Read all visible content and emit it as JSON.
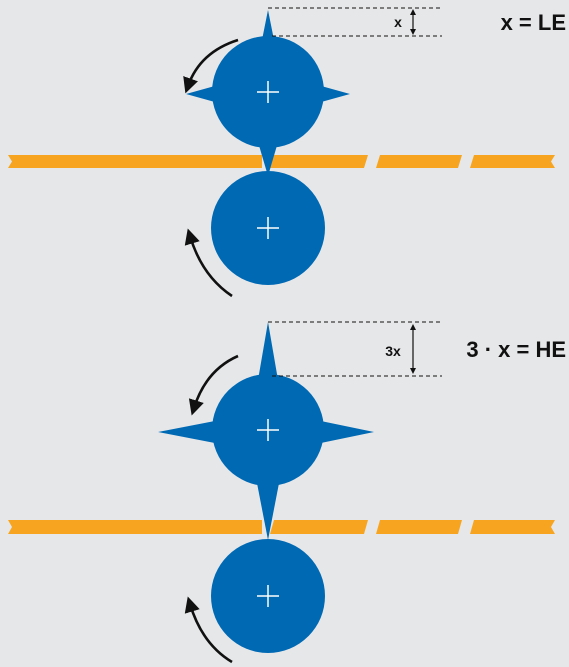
{
  "colors": {
    "background": "#e6e7e9",
    "roller": "#0069b4",
    "strip": "#f7a520",
    "crosshair": "#ffffff",
    "ink": "#111111"
  },
  "top_panel": {
    "small_dimension_label": "x",
    "equation_label": "x = LE"
  },
  "bottom_panel": {
    "small_dimension_label": "3x",
    "equation_label": "3 · x = HE"
  }
}
